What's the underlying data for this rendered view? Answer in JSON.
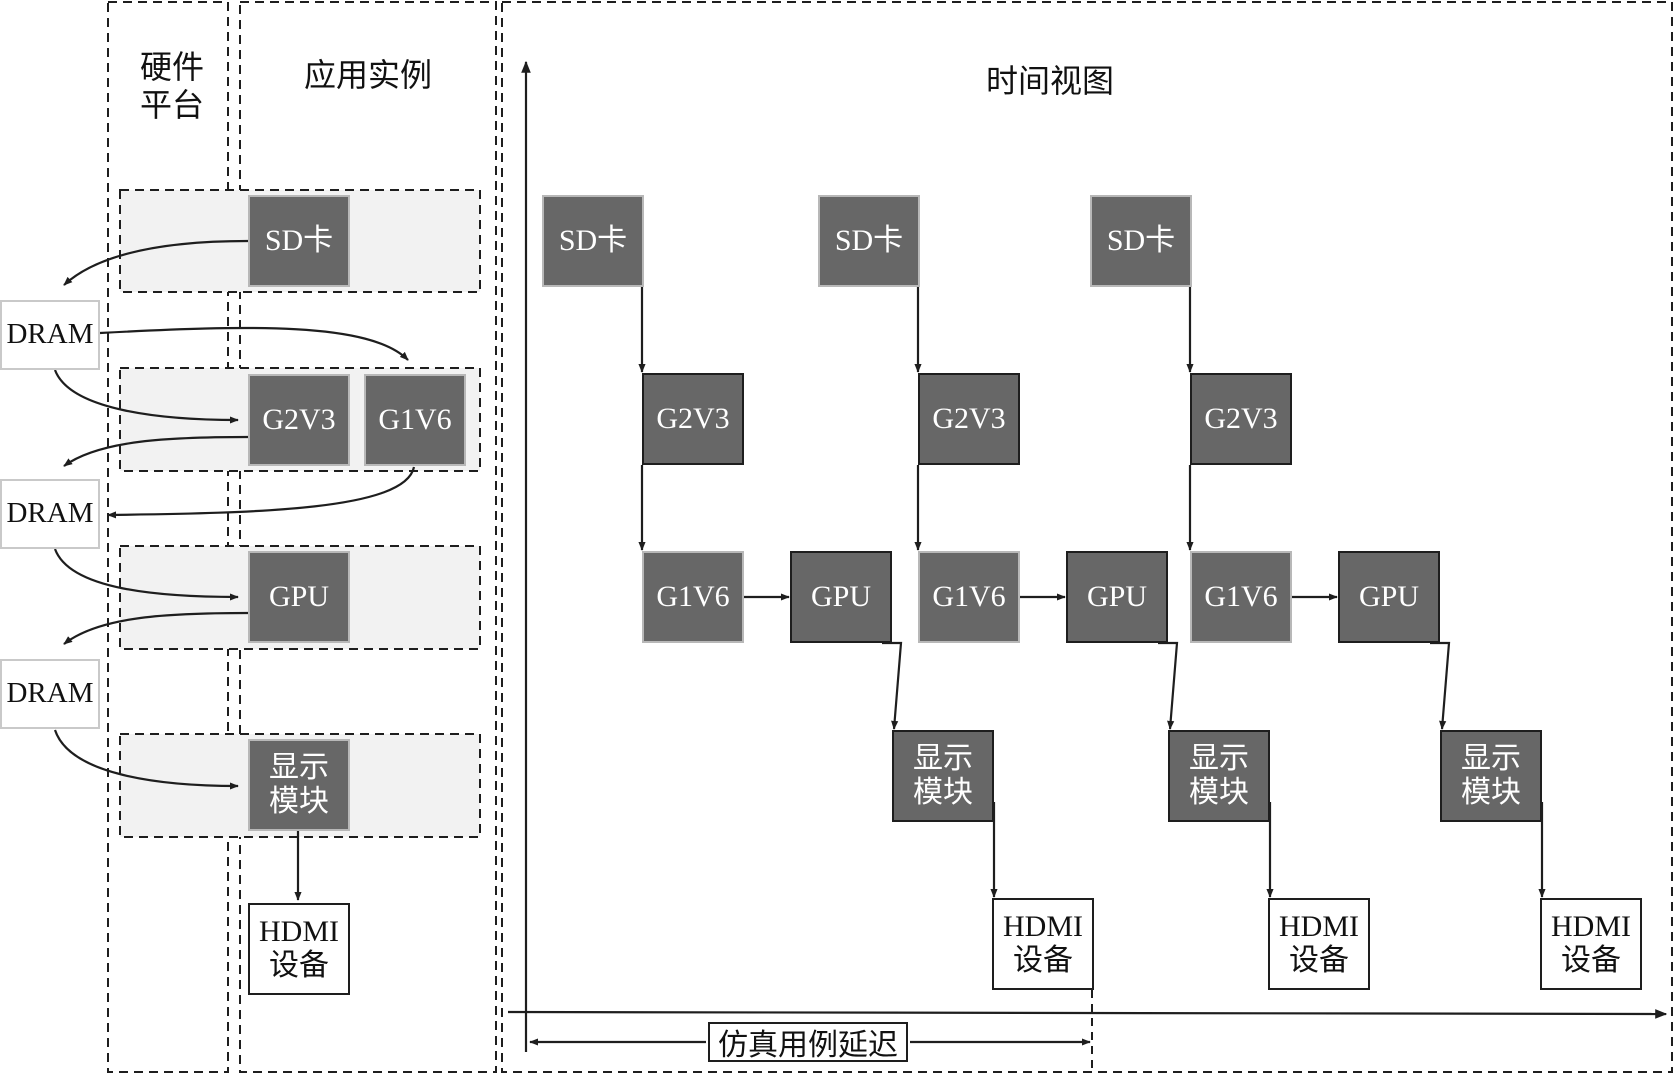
{
  "headers": {
    "hardware_platform": "硬件\n平台",
    "app_instance": "应用实例",
    "time_view": "时间视图"
  },
  "left_column": {
    "sd_card": "SD卡",
    "g2v3": "G2V3",
    "g1v6": "G1V6",
    "gpu": "GPU",
    "display_module": "显示\n模块",
    "hdmi_device": "HDMI\n设备",
    "dram": [
      "DRAM",
      "DRAM",
      "DRAM"
    ]
  },
  "timeline_instances": [
    {
      "sd_card": "SD卡",
      "g2v3": "G2V3",
      "g1v6": "G1V6",
      "gpu": "GPU",
      "display_module": "显示\n模块",
      "hdmi_device": "HDMI\n设备"
    },
    {
      "sd_card": "SD卡",
      "g2v3": "G2V3",
      "g1v6": "G1V6",
      "gpu": "GPU",
      "display_module": "显示\n模块",
      "hdmi_device": "HDMI\n设备"
    },
    {
      "sd_card": "SD卡",
      "g2v3": "G2V3",
      "g1v6": "G1V6",
      "gpu": "GPU",
      "display_module": "显示\n模块",
      "hdmi_device": "HDMI\n设备"
    }
  ],
  "latency_label": "仿真用例延迟",
  "colors": {
    "module_fill": "#676767",
    "stage_fill": "#f2f2f2",
    "line": "#1e1e1e"
  }
}
